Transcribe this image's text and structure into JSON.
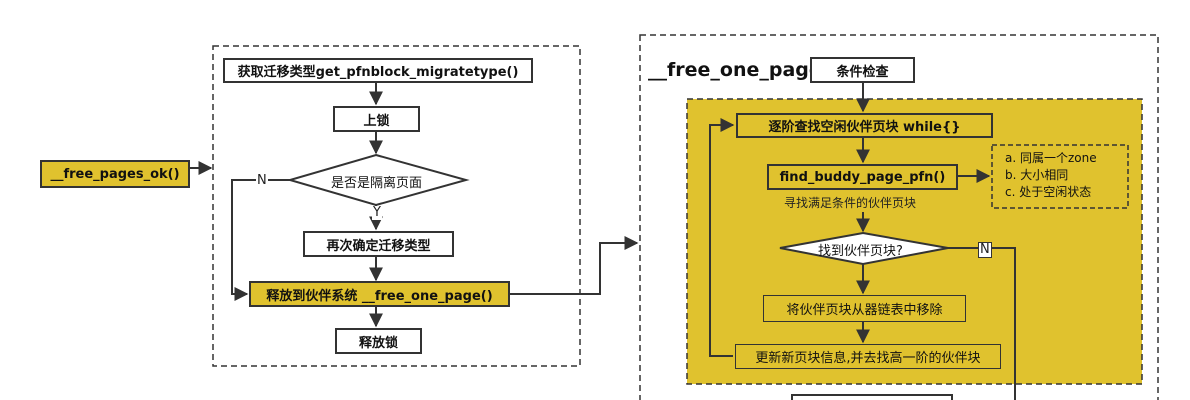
{
  "left_input": "__free_pages_ok()",
  "left": {
    "step1": "获取迁移类型get_pfnblock_migratetype()",
    "step2": "上锁",
    "decision": "是否是隔离页面",
    "no_label": "N",
    "yes_label": "Y",
    "step3": "再次确定迁移类型",
    "step4": "释放到伙伴系统  __free_one_page()",
    "step5": "释放锁"
  },
  "right": {
    "title": "__free_one_page",
    "check": "条件检查",
    "loop": "逐阶查找空闲伙伴页块 while{}",
    "find_buddy": "find_buddy_page_pfn()",
    "find_desc": "寻找满足条件的伙伴页块",
    "conditions": [
      "a. 同属一个zone",
      "b. 大小相同",
      "c. 处于空闲状态"
    ],
    "decision": "找到伙伴页块?",
    "no_label": "N",
    "remove": "将伙伴页块从器链表中移除",
    "update": "更新新页块信息,并去找高一阶的伙伴块"
  },
  "colors": {
    "highlight": "#e0c22e",
    "stroke": "#333333"
  }
}
